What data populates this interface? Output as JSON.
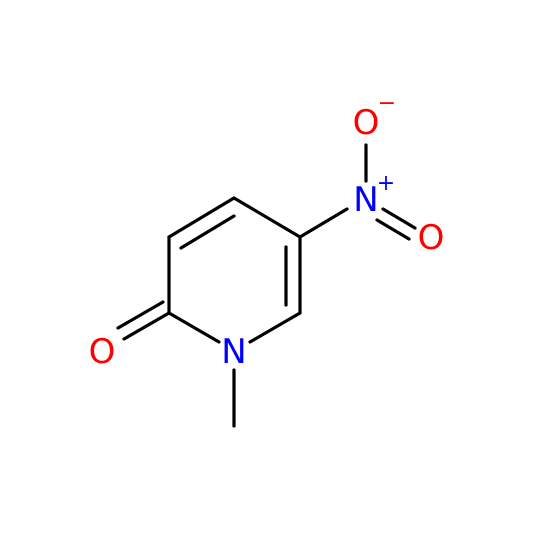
{
  "molecule": {
    "atoms": {
      "ring_nitrogen": {
        "label": "N",
        "color": "#0000ff"
      },
      "carbonyl_oxygen": {
        "label": "O",
        "color": "#ff0000"
      },
      "nitro_nitrogen": {
        "label": "N",
        "charge": "+",
        "color": "#0000ff"
      },
      "nitro_oxygen_top": {
        "label": "O",
        "charge": "−",
        "color": "#ff0000"
      },
      "nitro_oxygen_right": {
        "label": "O",
        "color": "#ff0000"
      }
    },
    "bond_color": "#000000",
    "background_color": "#ffffff"
  }
}
